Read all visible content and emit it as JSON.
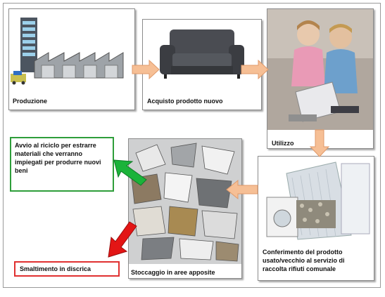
{
  "steps": {
    "production": {
      "label": "Produzione"
    },
    "purchase": {
      "label": "Acquisto prodotto nuovo"
    },
    "use": {
      "label": "Utilizzo"
    },
    "collection": {
      "label": "Conferimento del prodotto usato/vecchio al servizio di raccolta rifiuti comunale"
    },
    "storage": {
      "label": "Stoccaggio in aree apposite"
    }
  },
  "outcomes": {
    "recycle": {
      "label": "Avvio al riciclo per estrarre materiali che verranno impiegati per produrre nuovi beni",
      "color": "#2e9e3a"
    },
    "landfill": {
      "label": "Smaltimento in discrica",
      "color": "#e03030"
    }
  },
  "colors": {
    "flow_arrow": "#f6bf95",
    "green_arrow": "#1bb33a",
    "red_arrow": "#e31515"
  }
}
